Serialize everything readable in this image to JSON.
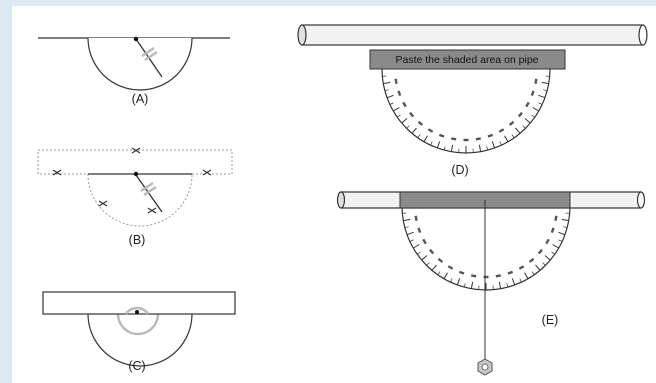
{
  "colors": {
    "frame": "#dce8f4",
    "panel": "#ffffff",
    "ink": "#333333",
    "pipe_fill": "#f2f2f2",
    "shaded_area": "#8a8a8a",
    "guide_line": "#999999",
    "marker": "#b9b9b9"
  },
  "figure": {
    "panels": [
      {
        "id": "A",
        "label": "(A)"
      },
      {
        "id": "B",
        "label": "(B)"
      },
      {
        "id": "C",
        "label": "(C)"
      },
      {
        "id": "D",
        "label": "(D)",
        "instruction": "Paste the shaded area on pipe"
      },
      {
        "id": "E",
        "label": "(E)"
      }
    ]
  },
  "icons": {
    "cut_mark": "x-mark-icon",
    "weight": "hex-nut-weight-icon"
  }
}
